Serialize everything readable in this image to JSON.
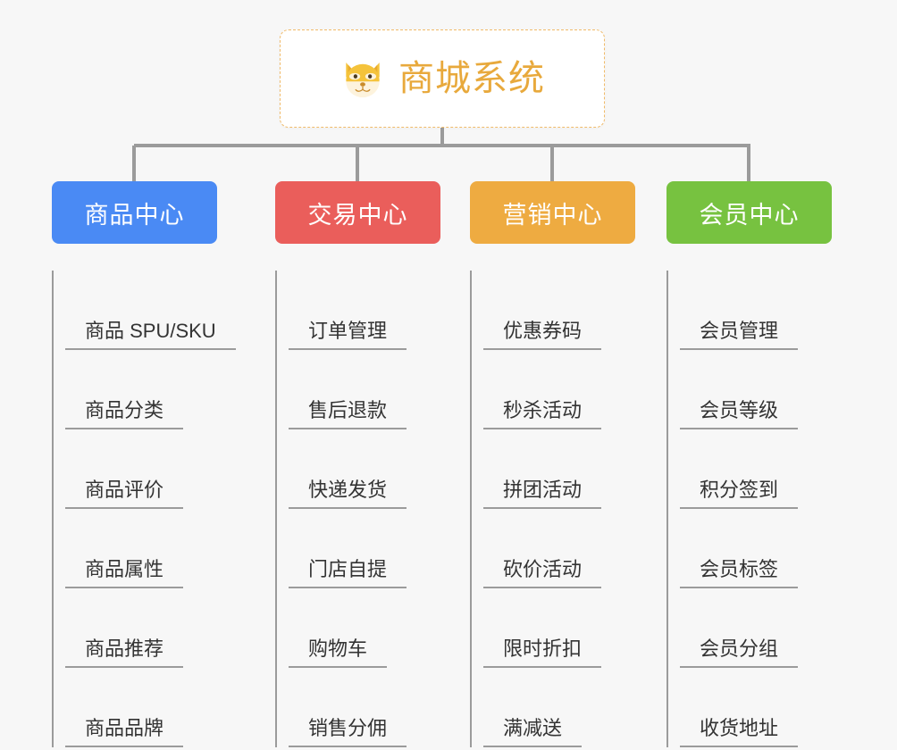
{
  "background_color": "#f7f7f7",
  "root": {
    "icon": "shiba-dog-face-icon",
    "title": "商城系统",
    "title_color": "#e8a93c",
    "border_color": "#f0bb6a",
    "background": "#ffffff"
  },
  "line_color": "#9b9b9b",
  "categories": [
    {
      "label": "商品中心",
      "color": "#4a8af4",
      "items": [
        "商品 SPU/SKU",
        "商品分类",
        "商品评价",
        "商品属性",
        "商品推荐",
        "商品品牌"
      ]
    },
    {
      "label": "交易中心",
      "color": "#ea5e5b",
      "items": [
        "订单管理",
        "售后退款",
        "快递发货",
        "门店自提",
        "购物车",
        "销售分佣"
      ]
    },
    {
      "label": "营销中心",
      "color": "#eeab41",
      "items": [
        "优惠券码",
        "秒杀活动",
        "拼团活动",
        "砍价活动",
        "限时折扣",
        "满减送"
      ]
    },
    {
      "label": "会员中心",
      "color": "#77c240",
      "items": [
        "会员管理",
        "会员等级",
        "积分签到",
        "会员标签",
        "会员分组",
        "收货地址"
      ]
    }
  ],
  "chart_data": {
    "type": "tree",
    "title": "商城系统",
    "root": "商城系统",
    "branches": [
      {
        "name": "商品中心",
        "children": [
          "商品 SPU/SKU",
          "商品分类",
          "商品评价",
          "商品属性",
          "商品推荐",
          "商品品牌"
        ]
      },
      {
        "name": "交易中心",
        "children": [
          "订单管理",
          "售后退款",
          "快递发货",
          "门店自提",
          "购物车",
          "销售分佣"
        ]
      },
      {
        "name": "营销中心",
        "children": [
          "优惠券码",
          "秒杀活动",
          "拼团活动",
          "砍价活动",
          "限时折扣",
          "满减送"
        ]
      },
      {
        "name": "会员中心",
        "children": [
          "会员管理",
          "会员等级",
          "积分签到",
          "会员标签",
          "会员分组",
          "收货地址"
        ]
      }
    ]
  }
}
